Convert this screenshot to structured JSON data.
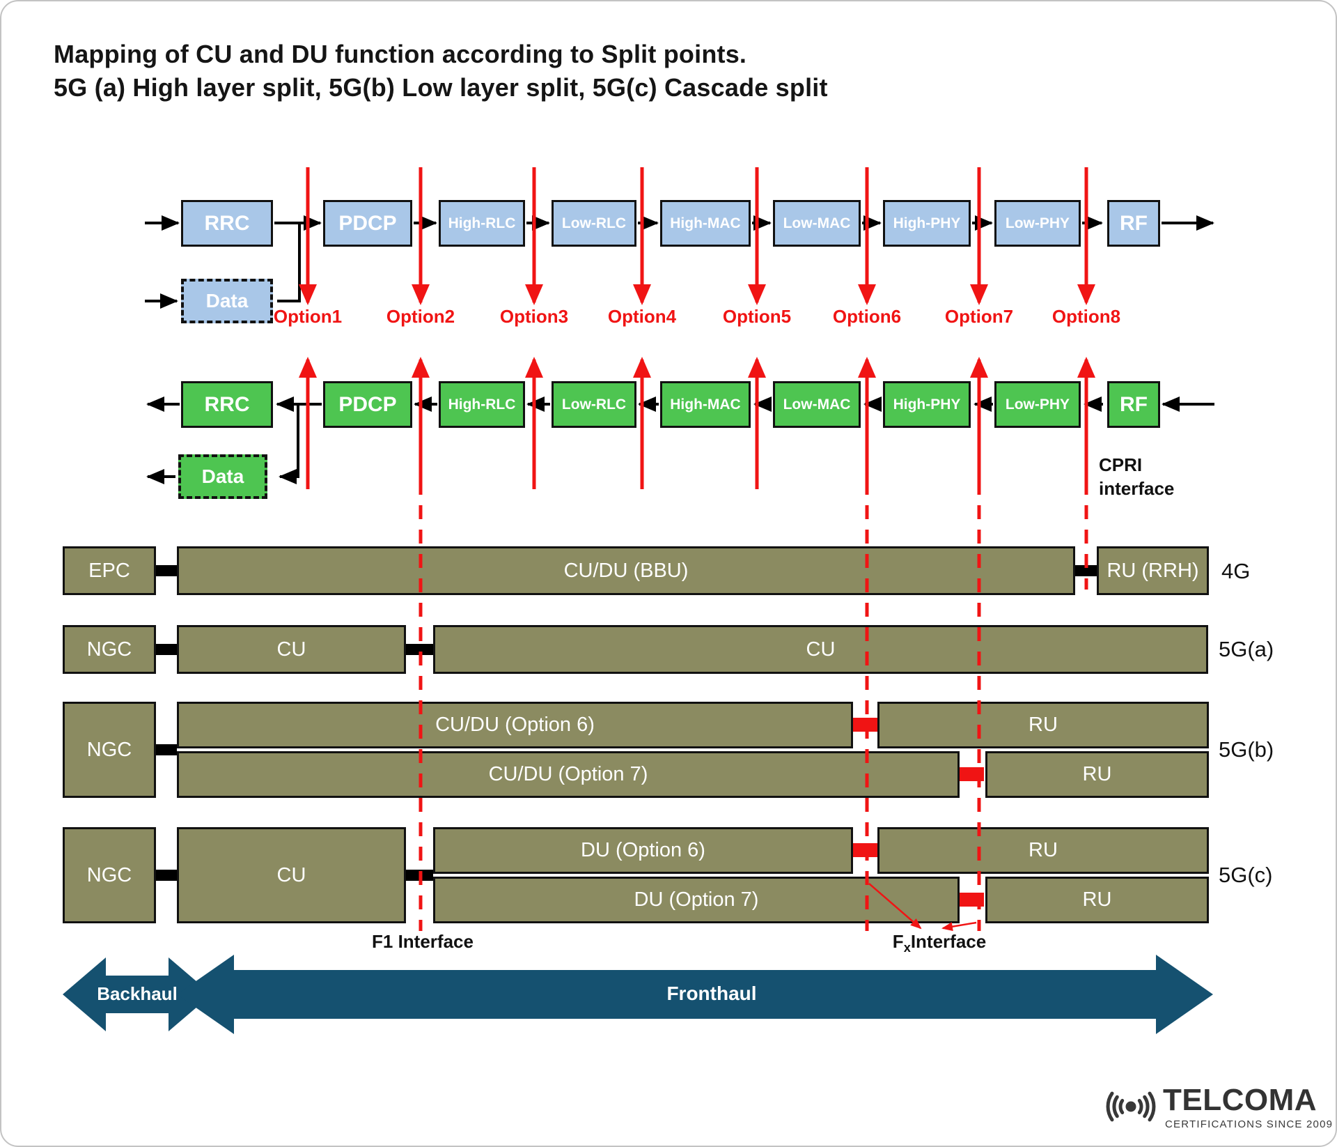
{
  "title": {
    "line1": "Mapping of CU and DU function according to Split points.",
    "line2": "5G (a) High layer split, 5G(b) Low layer split, 5G(c) Cascade split"
  },
  "stack": {
    "boxes": [
      "RRC",
      "PDCP",
      "High-RLC",
      "Low-RLC",
      "High-MAC",
      "Low-MAC",
      "High-PHY",
      "Low-PHY",
      "RF"
    ],
    "data_label": "Data"
  },
  "options": [
    "Option1",
    "Option2",
    "Option3",
    "Option4",
    "Option5",
    "Option6",
    "Option7",
    "Option8"
  ],
  "interfaces": {
    "cpri_line1": "CPRI",
    "cpri_line2": "interface",
    "f1": "F1 Interface",
    "fx_f": "F",
    "fx_sub": "x",
    "fx_rest": "Interface"
  },
  "rows": {
    "r4g": {
      "label": "4G",
      "core": "EPC",
      "main": "CU/DU (BBU)",
      "ru": "RU (RRH)"
    },
    "r5ga": {
      "label": "5G(a)",
      "core": "NGC",
      "cu": "CU",
      "du": "CU"
    },
    "r5gb": {
      "label": "5G(b)",
      "core": "NGC",
      "top_main": "CU/DU (Option 6)",
      "top_ru": "RU",
      "bottom_main": "CU/DU (Option 7)",
      "bottom_ru": "RU"
    },
    "r5gc": {
      "label": "5G(c)",
      "core": "NGC",
      "cu": "CU",
      "top_main": "DU (Option 6)",
      "top_ru": "RU",
      "bottom_main": "DU (Option 7)",
      "bottom_ru": "RU"
    }
  },
  "haul": {
    "backhaul": "Backhaul",
    "fronthaul": "Fronthaul"
  },
  "logo": {
    "brand": "TELCOMA",
    "tagline": "CERTIFICATIONS SINCE 2009"
  },
  "colors": {
    "red": "#f01414",
    "blue_box": "#a9c7e8",
    "green_box": "#4ec551",
    "olive_bar": "#8b8b61",
    "haul": "#155170"
  }
}
